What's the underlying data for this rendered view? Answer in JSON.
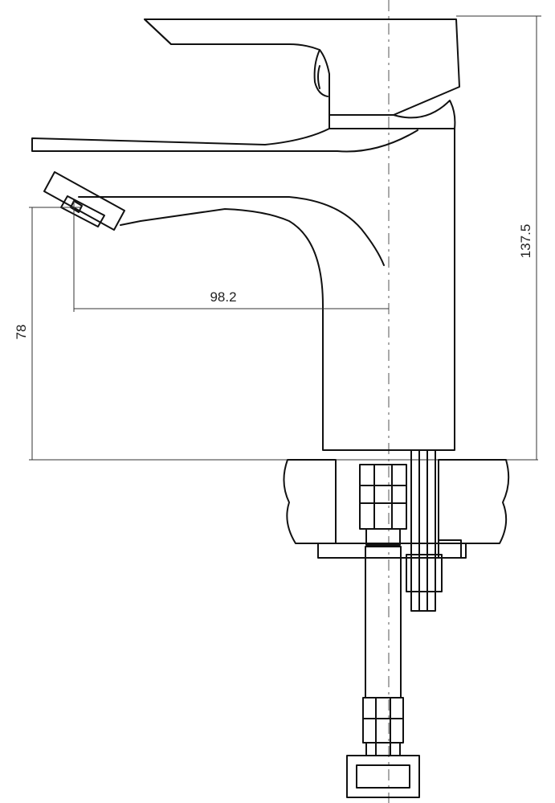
{
  "dimensions": {
    "spout_reach": "98.2",
    "spout_height": "78",
    "total_height": "137.5"
  },
  "colors": {
    "line": "#111111",
    "background": "#ffffff",
    "stone_speckle": "#333333"
  }
}
